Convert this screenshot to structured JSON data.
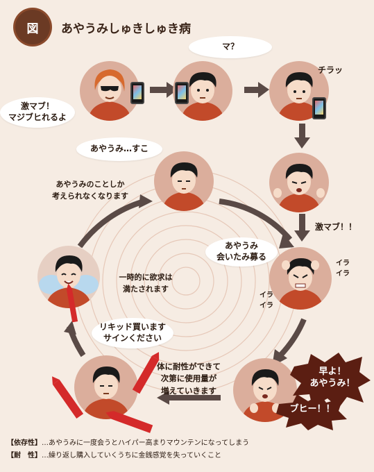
{
  "header": {
    "badge": "図",
    "title": "あやうみしゅきしゅき病"
  },
  "bubbles": {
    "offer": "激マブ！\nマジブヒれるよ",
    "question": "マ？",
    "glance": "チラッ",
    "wow": "あやうみ…すこ",
    "cant_think": "あやうみのことしか\n考えられなくなります",
    "gekimabu": "激マブ！！",
    "crave": "あやうみ\n会いたみ募る",
    "irairatop": "イラ\nイラ",
    "irairabottom": "イラ\nイラ",
    "satisfied": "一時的に欲求は\n満たされます",
    "liquid": "リキッド買います\nサインください",
    "tolerance": "体に耐性ができて\n次第に使用量が\n増えていきます",
    "hayo": "早よ！\nあやうみ！",
    "buhi": "ブヒー！！"
  },
  "footer": {
    "dependence_key": "【依存性】",
    "dependence_text": "…あやうみに一度会うとハイパー高まりマウンテンになってしまう",
    "tolerance_key": "【耐　性】",
    "tolerance_text": "…繰り返し購入していくうちに金銭感覚を失っていくこと"
  },
  "colors": {
    "bg": "#f6ece3",
    "node": "#dbae9c",
    "arrow": "#5a4a46",
    "ring": "#e6c8b8",
    "shirt": "#c24a2a",
    "burst": "#5b1e12"
  }
}
